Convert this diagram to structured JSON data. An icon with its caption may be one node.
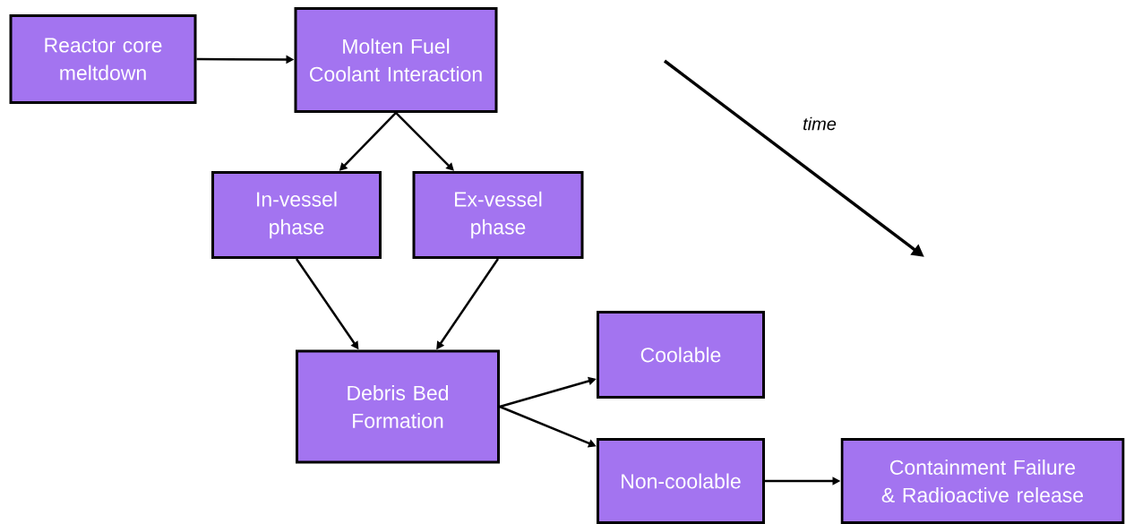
{
  "diagram": {
    "nodes": [
      {
        "text": [
          "Reactor core meltdown"
        ]
      },
      {
        "text": [
          "Molten Fuel Coolant Interaction"
        ]
      },
      {
        "text": [
          "In-vessel phase"
        ]
      },
      {
        "text": [
          "Ex-vessel phase"
        ]
      },
      {
        "text": [
          "Debris Bed Formation"
        ]
      },
      {
        "text": [
          "Coolable"
        ]
      },
      {
        "text": [
          "Non-coolable"
        ]
      },
      {
        "text": [
          "Containment Failure & Radioactive release"
        ]
      }
    ],
    "edges": [
      {
        "from": 0,
        "to": 1,
        "arrow": "to"
      },
      {
        "from": 1,
        "to": 2,
        "arrow": "to"
      },
      {
        "from": 1,
        "to": 3,
        "arrow": "to"
      },
      {
        "from": 2,
        "to": 4,
        "arrow": "to"
      },
      {
        "from": 3,
        "to": 4,
        "arrow": "to"
      },
      {
        "from": 4,
        "to": 5,
        "arrow": "to"
      },
      {
        "from": 4,
        "to": 6,
        "arrow": "to"
      },
      {
        "from": 6,
        "to": 7,
        "arrow": "to"
      }
    ],
    "labels": [
      "time"
    ]
  }
}
